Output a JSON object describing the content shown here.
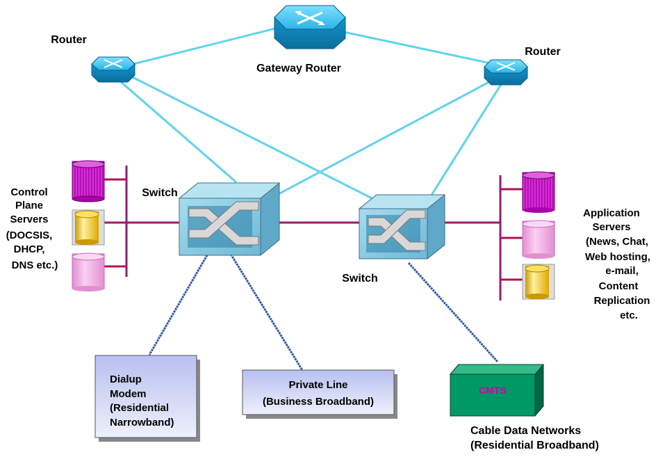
{
  "labels": {
    "gateway_router": "Gateway Router",
    "router_left": "Router",
    "router_right": "Router",
    "switch_left": "Switch",
    "switch_right": "Switch",
    "control_plane": [
      "Control",
      "Plane",
      "Servers",
      "(DOCSIS,",
      "DHCP,",
      "DNS etc.)"
    ],
    "app_servers": [
      "Application",
      "Servers",
      "(News, Chat,",
      "Web hosting,",
      "e-mail,",
      "Content",
      "Replication",
      "etc."
    ],
    "dialup": [
      "Dialup",
      "Modem",
      "(Residential",
      "Narrowband)"
    ],
    "private_line": [
      "Private Line",
      "(Business Broadband)"
    ],
    "cmts": "CMTS",
    "cable_networks": [
      "Cable Data Networks",
      "(Residential Broadband)"
    ]
  },
  "colors": {
    "link_cyan": "#5fd3ee",
    "link_blue": "#3355aa",
    "bus_magenta": "#b0105a",
    "router": "#1aa6dd",
    "switch": "#8fd0e6",
    "server_magenta": "#cc00cc",
    "server_pink": "#f0a8e0",
    "server_yellow": "#ffcc00",
    "box_fill": "#c0c8f0",
    "cmts_green": "#009966",
    "cmts_text": "#cc00aa"
  }
}
